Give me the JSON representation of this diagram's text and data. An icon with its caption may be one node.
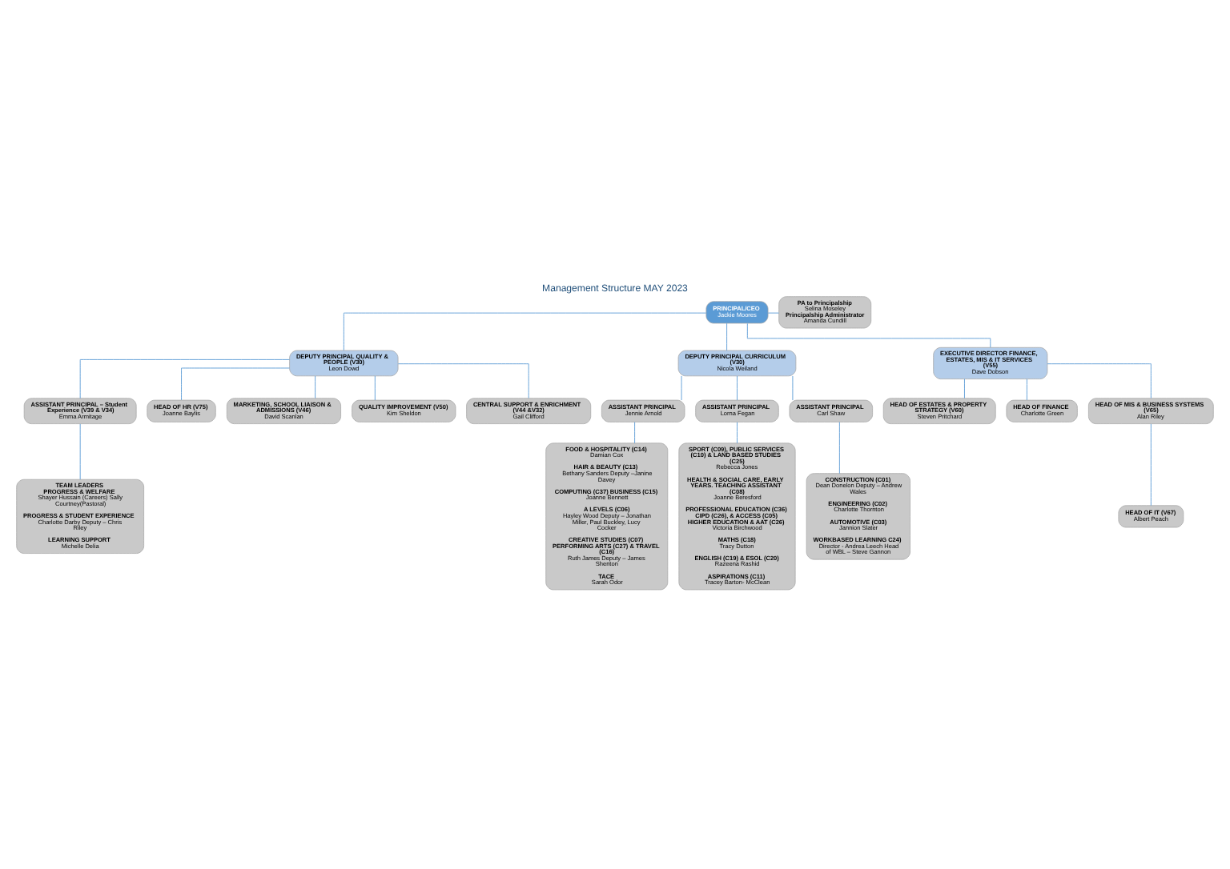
{
  "diagram": {
    "title": "Management Structure MAY 2023",
    "nodes": [
      {
        "text": [
          "PRINCIPAL/CEO",
          "Jackie Moores"
        ]
      },
      {
        "text": [
          "PA to Principalship",
          "Selina Moseley",
          "Principalship Administrator",
          "Amanda Cundill"
        ]
      },
      {
        "text": [
          "DEPUTY PRINCIPAL QUALITY & PEOPLE (V30)",
          "Leon Dowd"
        ]
      },
      {
        "text": [
          "DEPUTY PRINCIPAL CURRICULUM (V30)",
          "Nicola Weiland"
        ]
      },
      {
        "text": [
          "EXECUTIVE DIRECTOR FINANCE, ESTATES, MIS & IT SERVICES (V55)",
          "Dave Dobson"
        ]
      },
      {
        "text": [
          "ASSISTANT PRINCIPAL – Student Experience (V39 & V34)",
          "Emma Armitage"
        ]
      },
      {
        "text": [
          "HEAD OF HR (V75)",
          "Joanne Baylis"
        ]
      },
      {
        "text": [
          "MARKETING, SCHOOL LIAISON & ADMISSIONS (V46)",
          "David Scanlan"
        ]
      },
      {
        "text": [
          "QUALITY IMPROVEMENT (V50)",
          "Kim Sheldon"
        ]
      },
      {
        "text": [
          "CENTRAL SUPPORT & ENRICHMENT (V44 &V32)",
          "Gail Clifford"
        ]
      },
      {
        "text": [
          "TEAM LEADERS",
          "PROGRESS & WELFARE",
          "Shayer Hussain (Careers) Sally Courtney(Pastoral)",
          "PROGRESS & STUDENT EXPERIENCE",
          "Charlotte Darby Deputy – Chris Riley",
          "LEARNING SUPPORT",
          "Michelle Delia"
        ]
      },
      {
        "text": [
          "ASSISTANT PRINCIPAL",
          "Jennie Arnold"
        ]
      },
      {
        "text": [
          "ASSISTANT PRINCIPAL",
          "Lorna Fegan"
        ]
      },
      {
        "text": [
          "ASSISTANT PRINCIPAL",
          "Carl Shaw"
        ]
      },
      {
        "text": [
          "FOOD & HOSPITALITY (C14)",
          "Damian Cox",
          "HAIR & BEAUTY (C13)",
          "Bethany Sanders Deputy –Janine Davey",
          "COMPUTING (C37) BUSINESS (C15)",
          "Joanne Bennett",
          "A LEVELS (C06)",
          "Hayley Wood Deputy – Jonathan Miller, Paul Buckley, Lucy Cocker",
          "CREATIVE STUDIES (C07) PERFORMING ARTS (C27) & TRAVEL (C16)",
          "Ruth James Deputy – James Shenton",
          "TACE",
          "Sarah Odor"
        ]
      },
      {
        "text": [
          "SPORT (C09), PUBLIC SERVICES (C10) & LAND BASED STUDIES (C25)",
          "Rebecca Jones",
          "HEALTH & SOCIAL CARE, EARLY YEARS. TEACHING ASSISTANT (C08)",
          "Joanne Beresford",
          "PROFESSIONAL EDUCATION (C36) CIPD (C26), & ACCESS (C05) HIGHER EDUCATION & AAT (C26)",
          "Victoria Birchwood",
          "MATHS (C18)",
          "Tracy Dutton",
          "ENGLISH (C19) & ESOL (C20)",
          "Razeena Rashid",
          "ASPIRATIONS (C11)",
          "Tracey Barton- McClean"
        ]
      },
      {
        "text": [
          "CONSTRUCTION (C01)",
          "Dean Donelon Deputy – Andrew Wales",
          "ENGINEERING (C02)",
          "Charlotte Thornton",
          "AUTOMOTIVE (C03)",
          "Jannion Slater",
          "WORKBASED LEARNING C24)",
          "Director - Andrea Leech Head of WBL – Steve Gannon"
        ]
      },
      {
        "text": [
          "HEAD OF ESTATES & PROPERTY STRATEGY (V60)",
          "Steven Pritchard"
        ]
      },
      {
        "text": [
          "HEAD OF FINANCE",
          "Charlotte Green"
        ]
      },
      {
        "text": [
          "HEAD OF MIS & BUSINESS SYSTEMS (V65)",
          "Alan Riley"
        ]
      },
      {
        "text": [
          "HEAD OF IT (V67)",
          "Albert Peach"
        ]
      }
    ],
    "edges": [
      {
        "from": 0,
        "to": 1,
        "arrow": "none"
      },
      {
        "from": 0,
        "to": 2,
        "arrow": "none"
      },
      {
        "from": 0,
        "to": 3,
        "arrow": "none"
      },
      {
        "from": 0,
        "to": 4,
        "arrow": "none"
      },
      {
        "from": 2,
        "to": 5,
        "arrow": "none"
      },
      {
        "from": 2,
        "to": 6,
        "arrow": "none"
      },
      {
        "from": 2,
        "to": 7,
        "arrow": "none"
      },
      {
        "from": 2,
        "to": 8,
        "arrow": "none"
      },
      {
        "from": 2,
        "to": 9,
        "arrow": "none"
      },
      {
        "from": 5,
        "to": 10,
        "arrow": "none"
      },
      {
        "from": 3,
        "to": 11,
        "arrow": "none"
      },
      {
        "from": 3,
        "to": 12,
        "arrow": "none"
      },
      {
        "from": 3,
        "to": 13,
        "arrow": "none"
      },
      {
        "from": 11,
        "to": 14,
        "arrow": "none"
      },
      {
        "from": 12,
        "to": 15,
        "arrow": "none"
      },
      {
        "from": 13,
        "to": 16,
        "arrow": "none"
      },
      {
        "from": 4,
        "to": 17,
        "arrow": "none"
      },
      {
        "from": 4,
        "to": 18,
        "arrow": "none"
      },
      {
        "from": 4,
        "to": 19,
        "arrow": "none"
      },
      {
        "from": 19,
        "to": 20,
        "arrow": "none"
      }
    ]
  }
}
